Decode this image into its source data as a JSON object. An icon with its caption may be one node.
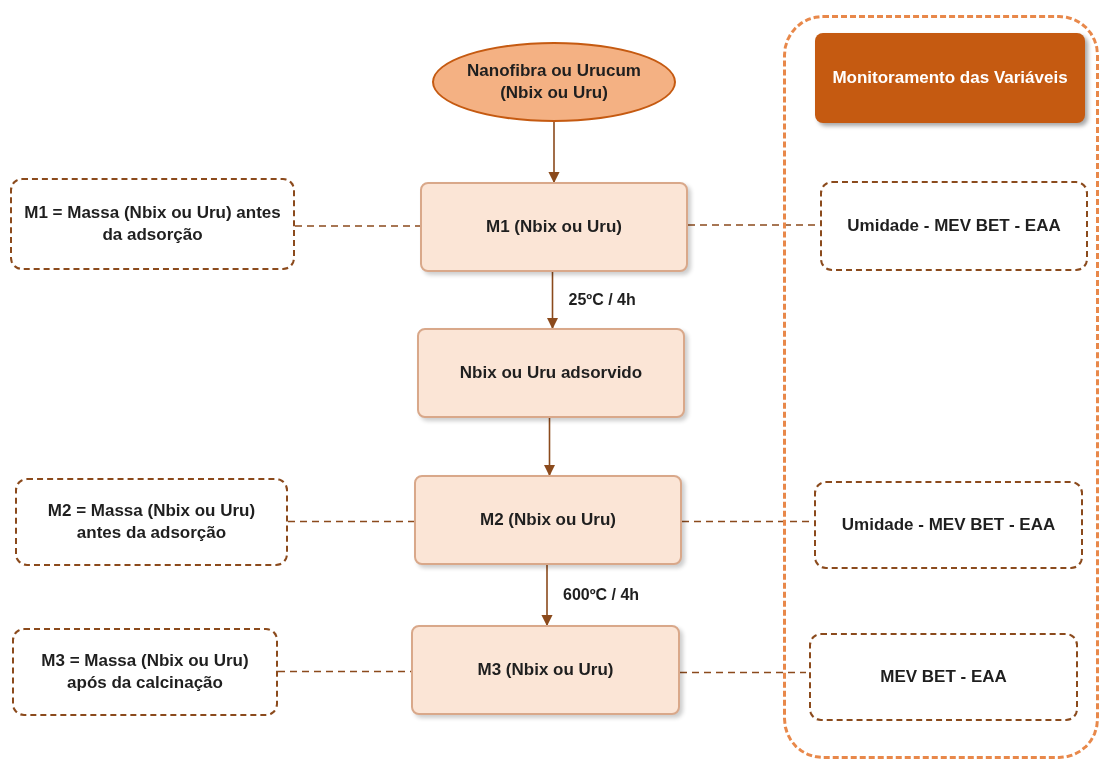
{
  "diagram": {
    "nodes": [
      {
        "text": [
          "Nanofibra ou Urucum (Nbix ou Uru)"
        ]
      },
      {
        "text": [],
        "shape": "box"
      },
      {
        "text": [
          "Monitoramento das Variáveis"
        ],
        "in": 1
      },
      {
        "text": [
          "M1 = Massa (Nbix ou Uru) antes da adsorção"
        ]
      },
      {
        "text": [
          "M1 (Nbix ou Uru)"
        ]
      },
      {
        "text": [
          "Umidade - MEV BET - EAA"
        ],
        "in": 1
      },
      {
        "text": [
          "Nbix ou Uru adsorvido"
        ]
      },
      {
        "text": [
          "M2 = Massa (Nbix ou Uru) antes da adsorção"
        ]
      },
      {
        "text": [
          "M2 (Nbix ou Uru)"
        ]
      },
      {
        "text": [
          "Umidade - MEV BET - EAA"
        ],
        "in": 1
      },
      {
        "text": [
          "M3 = Massa (Nbix ou Uru) após da calcinação"
        ]
      },
      {
        "text": [
          "M3 (Nbix ou Uru)"
        ]
      },
      {
        "text": [
          "MEV BET - EAA"
        ],
        "in": 1
      }
    ],
    "edges": [
      {
        "from": 0,
        "to": 4,
        "arrow": "to"
      },
      {
        "from": 4,
        "to": 6,
        "arrow": "to",
        "label": "25ºC / 4h"
      },
      {
        "from": 6,
        "to": 8,
        "arrow": "to"
      },
      {
        "from": 8,
        "to": 11,
        "arrow": "to",
        "label": "600ºC / 4h"
      },
      {
        "from": 3,
        "to": 4,
        "arrow": "none",
        "style": "dashed"
      },
      {
        "from": 4,
        "to": 5,
        "arrow": "none",
        "style": "dashed"
      },
      {
        "from": 7,
        "to": 8,
        "arrow": "none",
        "style": "dashed"
      },
      {
        "from": 8,
        "to": 9,
        "arrow": "none",
        "style": "dashed"
      },
      {
        "from": 10,
        "to": 11,
        "arrow": "none",
        "style": "dashed"
      },
      {
        "from": 11,
        "to": 12,
        "arrow": "none",
        "style": "dashed"
      }
    ]
  }
}
